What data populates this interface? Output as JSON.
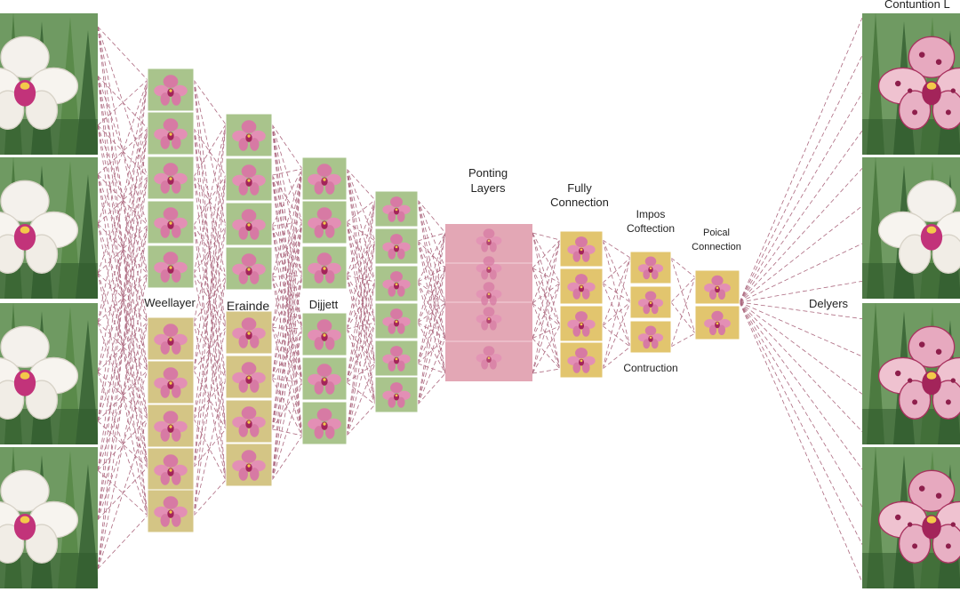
{
  "title": "Contuntion L",
  "labels": {
    "weel_layer": "Weellayer",
    "erainde": "Erainde",
    "dijjett": "Dịjjett",
    "ponting_line1": "Ponting",
    "ponting_line2": "Layers",
    "fully_line1": "Fully",
    "fully_line2": "Connection",
    "impos_line1": "Impos",
    "impos_line2": "Coftection",
    "poical_line1": "Poical",
    "poical_line2": "Connection",
    "contruction": "Contruction",
    "delyers": "Delyers"
  },
  "colors": {
    "tile_green": "#a9c48c",
    "tile_olive": "#d4c585",
    "tile_gold": "#e2c56e",
    "ponting_pink": "#e3a7b5",
    "connection_line": "#8a2a4a",
    "orchid_white": "#f4f1ec",
    "orchid_magenta": "#c2337a",
    "orchid_spotted": "#e7a9bf",
    "foliage": "#3f6a3a"
  },
  "icons": {
    "input_image": "white-orchid-photo",
    "output_spotted": "spotted-orchid-photo",
    "feature_tile": "orchid-feature-map"
  }
}
